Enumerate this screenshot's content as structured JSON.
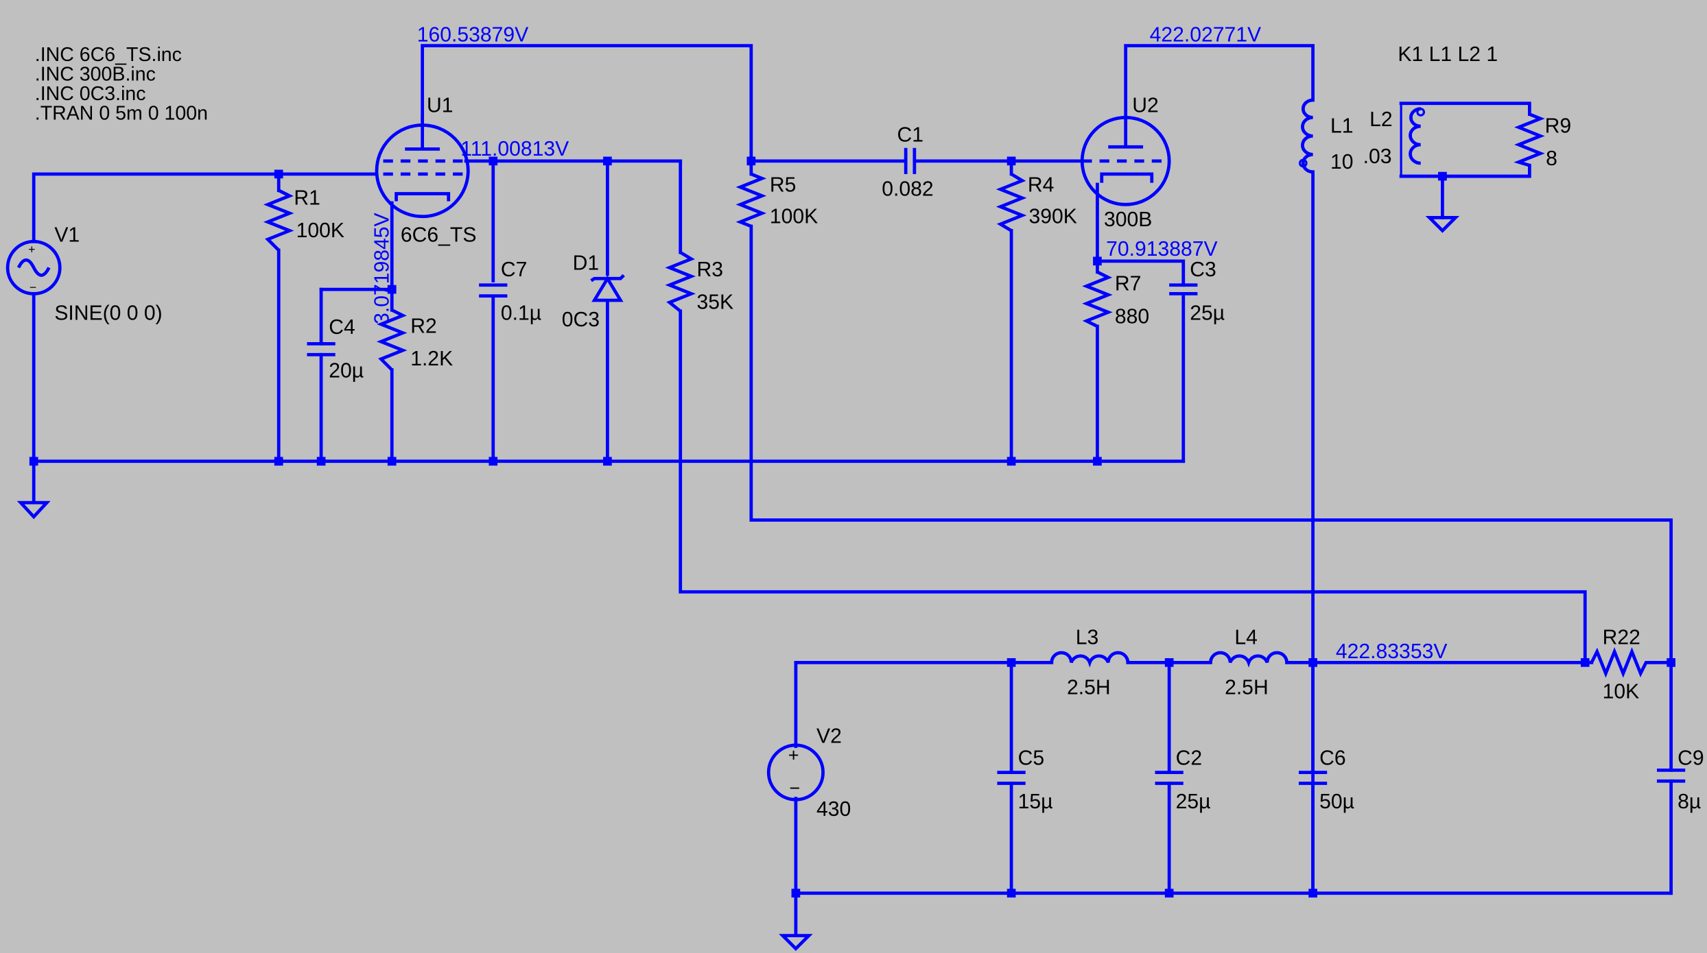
{
  "directives": [
    ".INC 6C6_TS.inc",
    ".INC 300B.inc",
    ".INC 0C3.inc",
    ".TRAN 0 5m 0 100n"
  ],
  "coupling": "K1 L1 L2 1",
  "node_voltages": {
    "u1_plate": "160.53879V",
    "u1_screen": "111.00813V",
    "u1_cathode": "3.0719845V",
    "u2_plate": "422.02771V",
    "u2_cathode": "70.913887V",
    "supply_node": "422.83353V"
  },
  "components": {
    "V1": {
      "name": "V1",
      "value": "SINE(0 0 0)"
    },
    "R1": {
      "name": "R1",
      "value": "100K"
    },
    "U1": {
      "name": "U1",
      "value": "6C6_TS"
    },
    "C4": {
      "name": "C4",
      "value": "20µ"
    },
    "R2": {
      "name": "R2",
      "value": "1.2K"
    },
    "C7": {
      "name": "C7",
      "value": "0.1µ"
    },
    "D1": {
      "name": "D1",
      "value": "0C3"
    },
    "R3": {
      "name": "R3",
      "value": "35K"
    },
    "R5": {
      "name": "R5",
      "value": "100K"
    },
    "C1": {
      "name": "C1",
      "value": "0.082"
    },
    "R4": {
      "name": "R4",
      "value": "390K"
    },
    "U2": {
      "name": "U2",
      "value": "300B"
    },
    "R7": {
      "name": "R7",
      "value": "880"
    },
    "C3": {
      "name": "C3",
      "value": "25µ"
    },
    "L1": {
      "name": "L1",
      "value": "10"
    },
    "L2": {
      "name": "L2",
      "value": ".03"
    },
    "R9": {
      "name": "R9",
      "value": "8"
    },
    "V2": {
      "name": "V2",
      "value": "430"
    },
    "C5": {
      "name": "C5",
      "value": "15µ"
    },
    "L3": {
      "name": "L3",
      "value": "2.5H"
    },
    "C2": {
      "name": "C2",
      "value": "25µ"
    },
    "L4": {
      "name": "L4",
      "value": "2.5H"
    },
    "C6": {
      "name": "C6",
      "value": "50µ"
    },
    "R22": {
      "name": "R22",
      "value": "10K"
    },
    "C9": {
      "name": "C9",
      "value": "8µ"
    }
  },
  "colors": {
    "background": "#c0c0c0",
    "wire": "#0000ff",
    "label": "#000000"
  }
}
